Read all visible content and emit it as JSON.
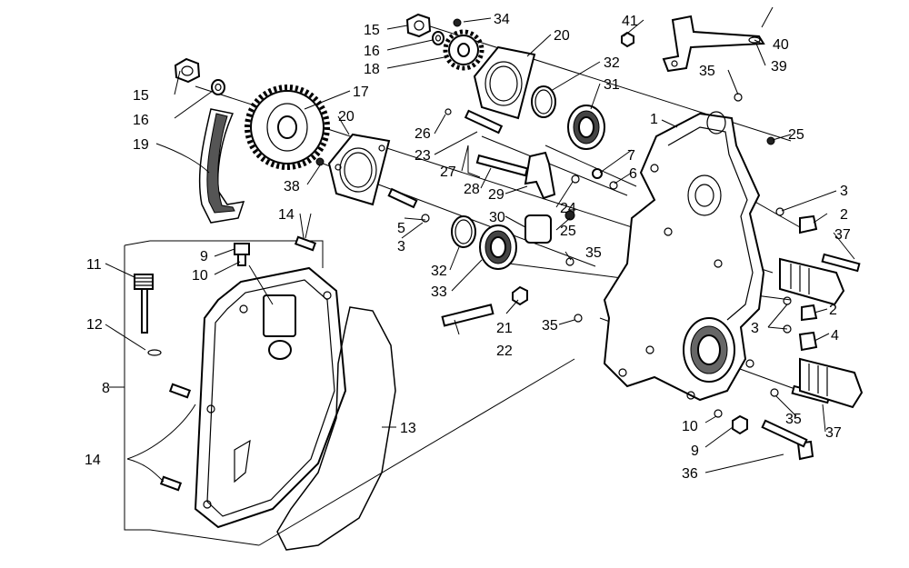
{
  "diagram": {
    "callouts": [
      {
        "id": "c1",
        "text": "1"
      },
      {
        "id": "c2a",
        "text": "2"
      },
      {
        "id": "c2b",
        "text": "2"
      },
      {
        "id": "c3a",
        "text": "3"
      },
      {
        "id": "c3b",
        "text": "3"
      },
      {
        "id": "c3c",
        "text": "3"
      },
      {
        "id": "c4",
        "text": "4"
      },
      {
        "id": "c5",
        "text": "5"
      },
      {
        "id": "c6",
        "text": "6"
      },
      {
        "id": "c7",
        "text": "7"
      },
      {
        "id": "c8",
        "text": "8"
      },
      {
        "id": "c9a",
        "text": "9"
      },
      {
        "id": "c9b",
        "text": "9"
      },
      {
        "id": "c10a",
        "text": "10"
      },
      {
        "id": "c10b",
        "text": "10"
      },
      {
        "id": "c11",
        "text": "11"
      },
      {
        "id": "c12",
        "text": "12"
      },
      {
        "id": "c13",
        "text": "13"
      },
      {
        "id": "c14a",
        "text": "14"
      },
      {
        "id": "c14b",
        "text": "14"
      },
      {
        "id": "c15a",
        "text": "15"
      },
      {
        "id": "c15b",
        "text": "15"
      },
      {
        "id": "c16a",
        "text": "16"
      },
      {
        "id": "c16b",
        "text": "16"
      },
      {
        "id": "c17",
        "text": "17"
      },
      {
        "id": "c18",
        "text": "18"
      },
      {
        "id": "c19",
        "text": "19"
      },
      {
        "id": "c20a",
        "text": "20"
      },
      {
        "id": "c20b",
        "text": "20"
      },
      {
        "id": "c21",
        "text": "21"
      },
      {
        "id": "c22",
        "text": "22"
      },
      {
        "id": "c23",
        "text": "23"
      },
      {
        "id": "c24",
        "text": "24"
      },
      {
        "id": "c25a",
        "text": "25"
      },
      {
        "id": "c25b",
        "text": "25"
      },
      {
        "id": "c26",
        "text": "26"
      },
      {
        "id": "c27",
        "text": "27"
      },
      {
        "id": "c28",
        "text": "28"
      },
      {
        "id": "c29",
        "text": "29"
      },
      {
        "id": "c30",
        "text": "30"
      },
      {
        "id": "c31",
        "text": "31"
      },
      {
        "id": "c32a",
        "text": "32"
      },
      {
        "id": "c32b",
        "text": "32"
      },
      {
        "id": "c33",
        "text": "33"
      },
      {
        "id": "c34",
        "text": "34"
      },
      {
        "id": "c35a",
        "text": "35"
      },
      {
        "id": "c35b",
        "text": "35"
      },
      {
        "id": "c35c",
        "text": "35"
      },
      {
        "id": "c35d",
        "text": "35"
      },
      {
        "id": "c36",
        "text": "36"
      },
      {
        "id": "c37a",
        "text": "37"
      },
      {
        "id": "c37b",
        "text": "37"
      },
      {
        "id": "c39",
        "text": "39"
      },
      {
        "id": "c40",
        "text": "40"
      },
      {
        "id": "c41",
        "text": "41"
      }
    ]
  }
}
